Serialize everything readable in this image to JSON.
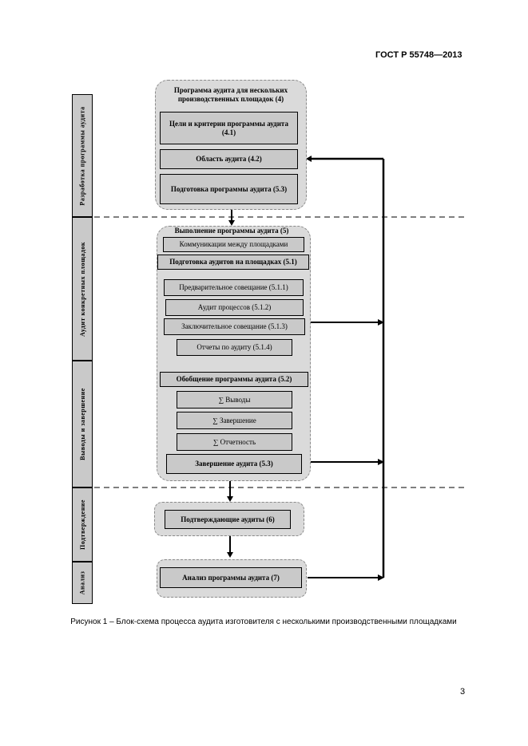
{
  "header": {
    "standard": "ГОСТ Р 55748—2013"
  },
  "sidebar": {
    "program_development": "Разработка программы аудита",
    "site_audit": "Аудит конкретных площадок",
    "conclusions": "Выводы и завершение",
    "confirmation": "Подтверждение",
    "analysis": "Анализ"
  },
  "group1": {
    "title": "Программа аудита для нескольких производственных площадок (4)",
    "goals": "Цели и критерии программы аудита (4.1)",
    "scope": "Область аудита (4.2)",
    "preparation": "Подготовка программы аудита (5.3)"
  },
  "group2": {
    "title": "Выполнение программы аудита (5)",
    "communications": "Коммуникации между площадками",
    "site_prep": "Подготовка аудитов на площадках (5.1)",
    "preliminary": "Предварительное совещание (5.1.1)",
    "process_audit": "Аудит процессов (5.1.2)",
    "final_meeting": "Заключительное совещание (5.1.3)",
    "reports": "Отчеты по аудиту (5.1.4)",
    "summary": "Обобщение программы аудита (5.2)",
    "sum_conclusions": "∑ Выводы",
    "sum_completion": "∑ Завершение",
    "sum_reporting": "∑ Отчетность",
    "completion": "Завершение аудита (5.3)"
  },
  "group3": {
    "confirming": "Подтверждающие аудиты (6)"
  },
  "group4": {
    "analysis": "Анализ программы аудита (7)"
  },
  "caption": "Рисунок 1 – Блок-схема процесса аудита изготовителя с несколькими производственными площадками",
  "page_number": "3"
}
